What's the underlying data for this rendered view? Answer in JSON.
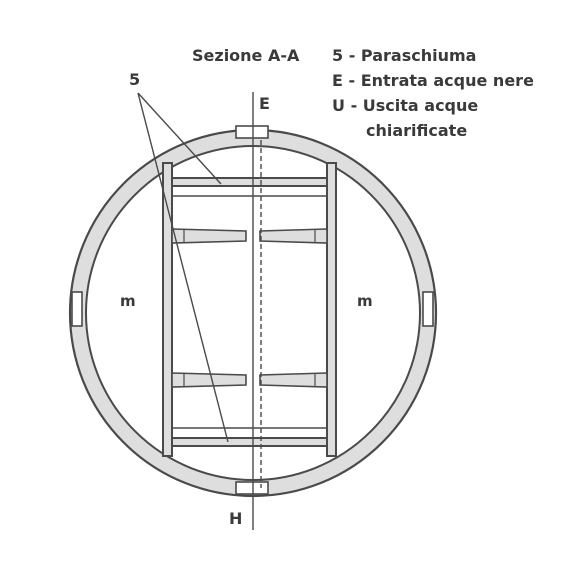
{
  "section_title": "Sezione A-A",
  "legend": {
    "item_5": "5 - Paraschiuma",
    "item_e": "E - Entrata acque nere",
    "item_u_line1": "U - Uscita acque",
    "item_u_line2": "chiarificate"
  },
  "callout_5": "5",
  "inlet_label": "E",
  "outlet_label": "H",
  "left_chamber_label": "m",
  "right_chamber_label": "m",
  "colors": {
    "outline": "#4a4a4a",
    "fill": "#dedede",
    "text": "#3a3a3a"
  }
}
